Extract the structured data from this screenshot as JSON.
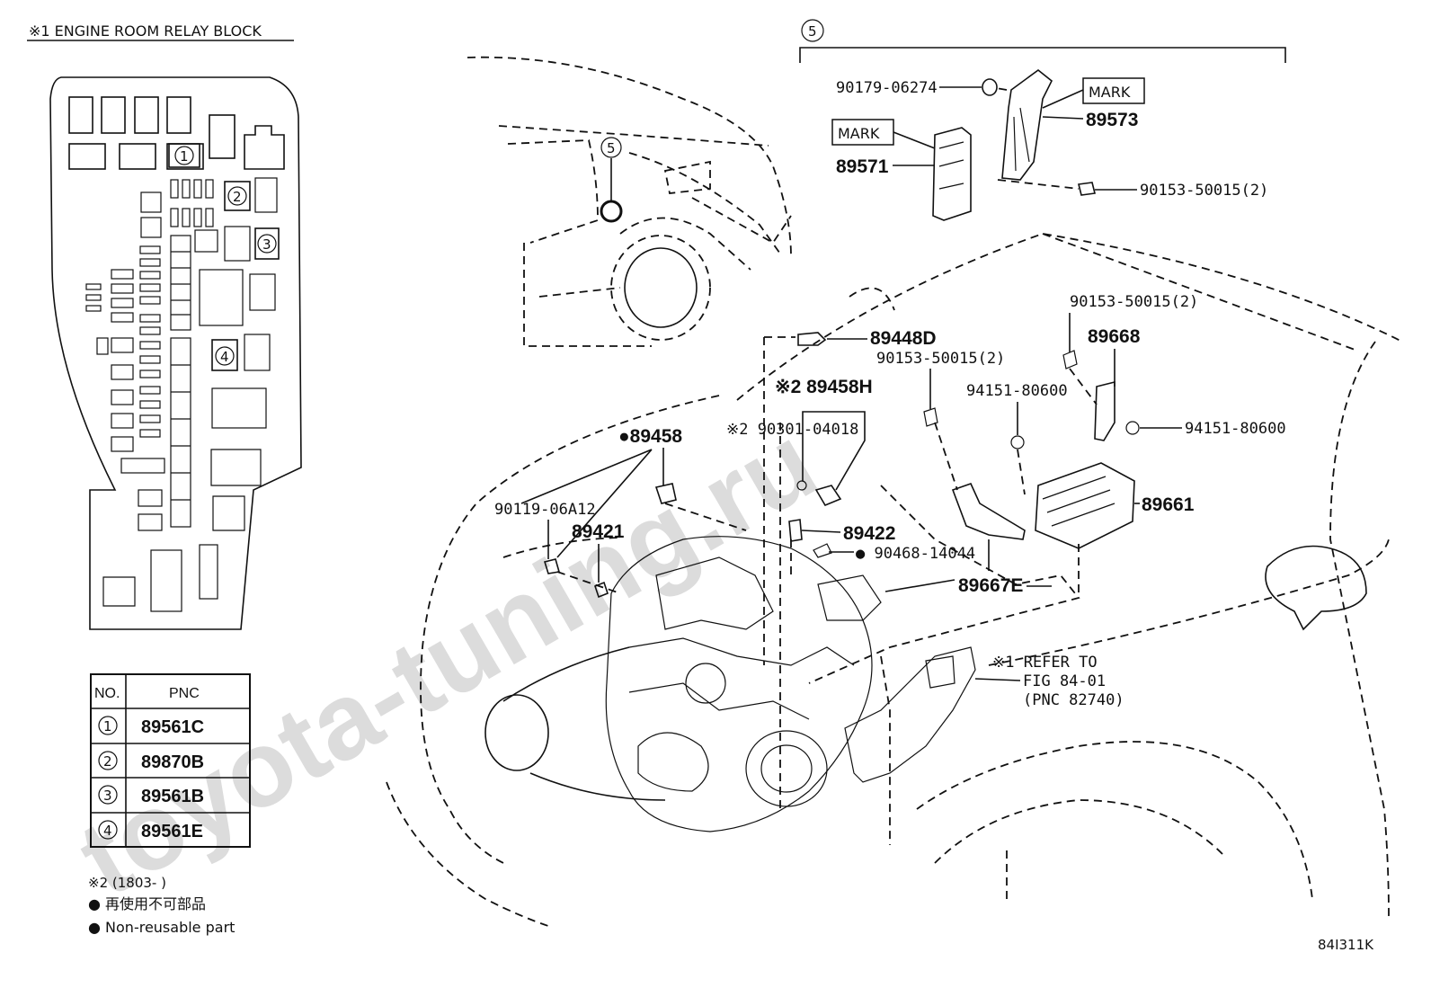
{
  "header": {
    "relay_block_title": "※1 ENGINE ROOM RELAY BLOCK",
    "group_marker": "5"
  },
  "relay_positions": [
    {
      "no": "1"
    },
    {
      "no": "2"
    },
    {
      "no": "3"
    },
    {
      "no": "4"
    }
  ],
  "pnc_table": {
    "headers": [
      "NO.",
      "PNC"
    ],
    "rows": [
      {
        "no": "1",
        "pnc": "89561C"
      },
      {
        "no": "2",
        "pnc": "89870B"
      },
      {
        "no": "3",
        "pnc": "89561B"
      },
      {
        "no": "4",
        "pnc": "89561E"
      }
    ]
  },
  "legend": {
    "note2": "※2 (1803-    )",
    "non_reusable_jp": "● 再使用不可部品",
    "non_reusable_en": "● Non-reusable part"
  },
  "callouts": {
    "c_90179": "90179-06274",
    "c_mark1": "MARK",
    "c_89573": "89573",
    "c_mark2": "MARK",
    "c_89571": "89571",
    "c_90153a": "90153-50015(2)",
    "c_90153b": "90153-50015(2)",
    "c_89668": "89668",
    "c_89448d": "89448D",
    "c_90153c": "90153-50015(2)",
    "c_89458h": "※2 89458H",
    "c_94151a": "94151-80600",
    "c_94151b": "94151-80600",
    "c_89458": "●89458",
    "c_90301": "※2 90301-04018",
    "c_89661": "89661",
    "c_90119": "90119-06A12",
    "c_89421": "89421",
    "c_89422": "89422",
    "c_90468": "● 90468-14044",
    "c_89667e": "89667E",
    "c_refer1": "※1 REFER TO",
    "c_refer2": "FIG 84-01",
    "c_refer3": "(PNC 82740)",
    "c_car_marker": "5"
  },
  "footer": {
    "figure_id": "84I311K"
  },
  "watermark": "toyota-tuning.ru"
}
